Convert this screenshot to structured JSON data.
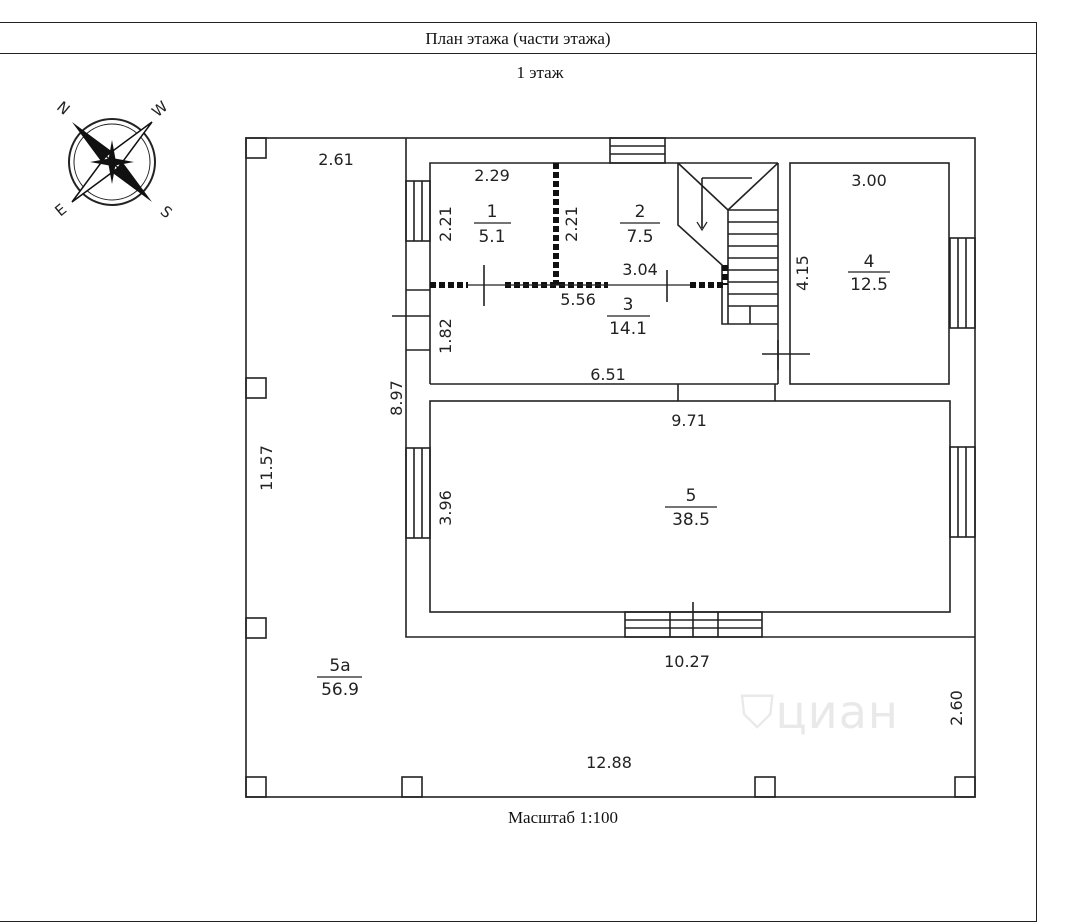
{
  "header": {
    "title": "План этажа (части этажа)"
  },
  "floor": {
    "label": "1 этаж"
  },
  "footer": {
    "scale": "Масштаб 1:100"
  },
  "compass": {
    "n": "N",
    "w": "W",
    "e": "E",
    "s": "S"
  },
  "rooms": {
    "r1": {
      "num": "1",
      "area": "5.1"
    },
    "r2": {
      "num": "2",
      "area": "7.5"
    },
    "r3": {
      "num": "3",
      "area": "14.1"
    },
    "r4": {
      "num": "4",
      "area": "12.5"
    },
    "r5": {
      "num": "5",
      "area": "38.5"
    },
    "r5a": {
      "num": "5а",
      "area": "56.9"
    }
  },
  "dims": {
    "terrace_top": "2.61",
    "r1_width": "2.29",
    "r1_height": "2.21",
    "r2_height": "2.21",
    "r3_top": "3.04",
    "r3_mid": "5.56",
    "r3_height": "1.82",
    "r3_bottom": "6.51",
    "r4_width": "3.00",
    "r4_height": "4.15",
    "house_height": "8.97",
    "r5_width": "9.71",
    "r5_height": "3.96",
    "total_height": "11.57",
    "house_width": "10.27",
    "terrace_side": "2.60",
    "total_width": "12.88"
  },
  "watermark": {
    "text": "циан"
  }
}
